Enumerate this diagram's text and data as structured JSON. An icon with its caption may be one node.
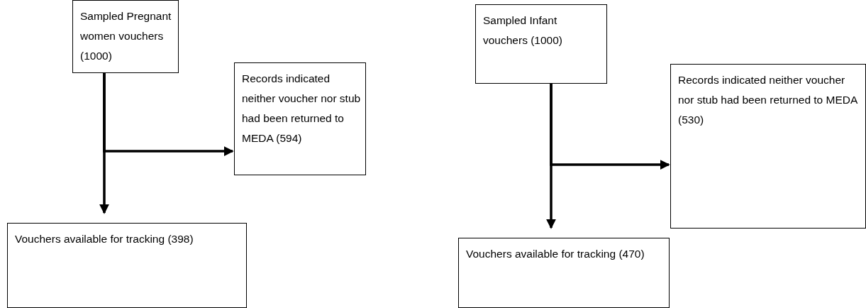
{
  "diagram": {
    "nodes": [
      {
        "text": [
          "Sampled Pregnant women vouchers (1000)"
        ]
      },
      {
        "text": [
          "Records indicated neither voucher nor stub had been returned to MEDA (594)"
        ]
      },
      {
        "text": [
          "Vouchers available for tracking (398)"
        ]
      },
      {
        "text": [
          "Sampled Infant vouchers (1000)"
        ]
      },
      {
        "text": [
          "Records indicated neither voucher nor stub had been returned to MEDA (530)"
        ]
      },
      {
        "text": [
          "Vouchers available for tracking (470)"
        ]
      }
    ],
    "edges": [
      {
        "from": 0,
        "to": 1,
        "arrow": "to"
      },
      {
        "from": 0,
        "to": 2,
        "arrow": "to"
      },
      {
        "from": 3,
        "to": 4,
        "arrow": "to"
      },
      {
        "from": 3,
        "to": 5,
        "arrow": "to"
      }
    ]
  }
}
